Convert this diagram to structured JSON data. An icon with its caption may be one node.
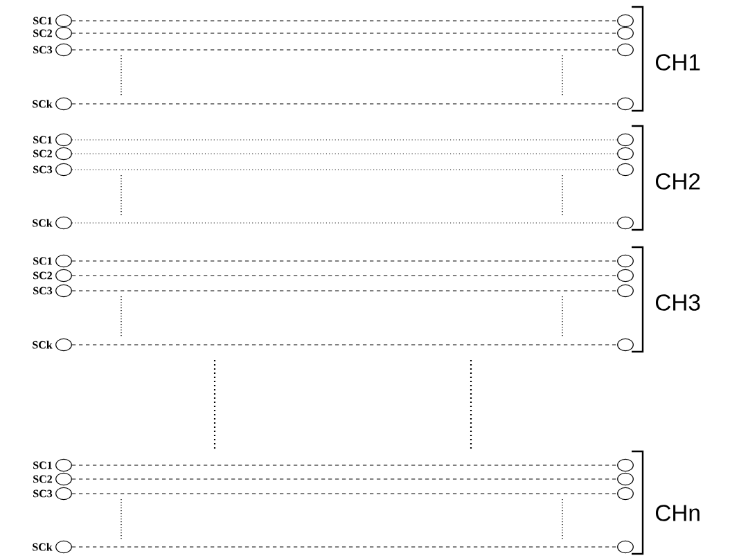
{
  "diagram": {
    "nodes": [
      {
        "text": [],
        "shape": "circle",
        "beside": [
          "SC1"
        ]
      },
      {
        "text": [],
        "shape": "circle"
      },
      {
        "text": [],
        "shape": "circle",
        "beside": [
          "SC2"
        ]
      },
      {
        "text": [],
        "shape": "circle"
      },
      {
        "text": [],
        "shape": "circle",
        "beside": [
          "SC3"
        ]
      },
      {
        "text": [],
        "shape": "circle"
      },
      {
        "text": [],
        "shape": "circle",
        "beside": [
          "SCk"
        ]
      },
      {
        "text": [],
        "shape": "circle"
      },
      {
        "text": [],
        "shape": "circle",
        "beside": [
          "SC1"
        ]
      },
      {
        "text": [],
        "shape": "circle"
      },
      {
        "text": [],
        "shape": "circle",
        "beside": [
          "SC2"
        ]
      },
      {
        "text": [],
        "shape": "circle"
      },
      {
        "text": [],
        "shape": "circle",
        "beside": [
          "SC3"
        ]
      },
      {
        "text": [],
        "shape": "circle"
      },
      {
        "text": [],
        "shape": "circle",
        "beside": [
          "SCk"
        ]
      },
      {
        "text": [],
        "shape": "circle"
      },
      {
        "text": [],
        "shape": "circle",
        "beside": [
          "SC1"
        ]
      },
      {
        "text": [],
        "shape": "circle"
      },
      {
        "text": [],
        "shape": "circle",
        "beside": [
          "SC2"
        ]
      },
      {
        "text": [],
        "shape": "circle"
      },
      {
        "text": [],
        "shape": "circle",
        "beside": [
          "SC3"
        ]
      },
      {
        "text": [],
        "shape": "circle"
      },
      {
        "text": [],
        "shape": "circle",
        "beside": [
          "SCk"
        ]
      },
      {
        "text": [],
        "shape": "circle"
      },
      {
        "text": [],
        "shape": "circle",
        "beside": [
          "SC1"
        ]
      },
      {
        "text": [],
        "shape": "circle"
      },
      {
        "text": [],
        "shape": "circle",
        "beside": [
          "SC2"
        ]
      },
      {
        "text": [],
        "shape": "circle"
      },
      {
        "text": [],
        "shape": "circle",
        "beside": [
          "SC3"
        ]
      },
      {
        "text": [],
        "shape": "circle"
      },
      {
        "text": [],
        "shape": "circle",
        "beside": [
          "SCk"
        ]
      },
      {
        "text": [],
        "shape": "circle"
      }
    ],
    "edges": [
      {
        "from": 0,
        "to": 1,
        "arrow": "none",
        "style": "dashed"
      },
      {
        "from": 2,
        "to": 3,
        "arrow": "none",
        "style": "dashed"
      },
      {
        "from": 4,
        "to": 5,
        "arrow": "none",
        "style": "dashed"
      },
      {
        "from": 6,
        "to": 7,
        "arrow": "none",
        "style": "dashed"
      },
      {
        "from": 8,
        "to": 9,
        "arrow": "none"
      },
      {
        "from": 10,
        "to": 11,
        "arrow": "none"
      },
      {
        "from": 12,
        "to": 13,
        "arrow": "none"
      },
      {
        "from": 14,
        "to": 15,
        "arrow": "none"
      },
      {
        "from": 16,
        "to": 17,
        "arrow": "none",
        "style": "dashed"
      },
      {
        "from": 18,
        "to": 19,
        "arrow": "none",
        "style": "dashed"
      },
      {
        "from": 20,
        "to": 21,
        "arrow": "none",
        "style": "dashed"
      },
      {
        "from": 22,
        "to": 23,
        "arrow": "none",
        "style": "dashed"
      },
      {
        "from": 24,
        "to": 25,
        "arrow": "none",
        "style": "dashed"
      },
      {
        "from": 26,
        "to": 27,
        "arrow": "none",
        "style": "dashed"
      },
      {
        "from": 28,
        "to": 29,
        "arrow": "none",
        "style": "dashed"
      },
      {
        "from": 30,
        "to": 31,
        "arrow": "none",
        "style": "dashed"
      }
    ],
    "labels": [
      "CH1",
      "CH2",
      "CH3",
      "CHn"
    ]
  }
}
